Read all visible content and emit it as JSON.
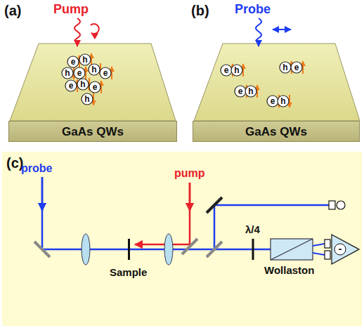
{
  "diagram": {
    "nodes": [
      {
        "text": [
          "e"
        ]
      },
      {
        "text": [
          "h"
        ]
      },
      {
        "text": [
          "h"
        ]
      },
      {
        "text": [
          "e"
        ]
      },
      {
        "text": [
          "h"
        ]
      },
      {
        "text": [
          "e"
        ]
      },
      {
        "text": [
          "e"
        ]
      },
      {
        "text": [
          "h"
        ]
      },
      {
        "text": [
          "e"
        ]
      },
      {
        "text": [
          "h"
        ]
      },
      {
        "text": [
          "GaAs QWs"
        ]
      },
      {
        "text": [
          "e"
        ]
      },
      {
        "text": [
          "h"
        ]
      },
      {
        "text": [
          "h"
        ]
      },
      {
        "text": [
          "e"
        ]
      },
      {
        "text": [
          "e"
        ]
      },
      {
        "text": [
          "h"
        ]
      },
      {
        "text": [
          "e"
        ]
      },
      {
        "text": [
          "h"
        ]
      },
      {
        "text": [
          "GaAs QWs"
        ]
      },
      {
        "text": [
          "(c)"
        ]
      }
    ],
    "labels": [
      "(a)",
      "Pump",
      "(b)",
      "Probe",
      "probe",
      "pump",
      "Sample",
      "λ/4",
      "Wollaston",
      "-"
    ]
  }
}
